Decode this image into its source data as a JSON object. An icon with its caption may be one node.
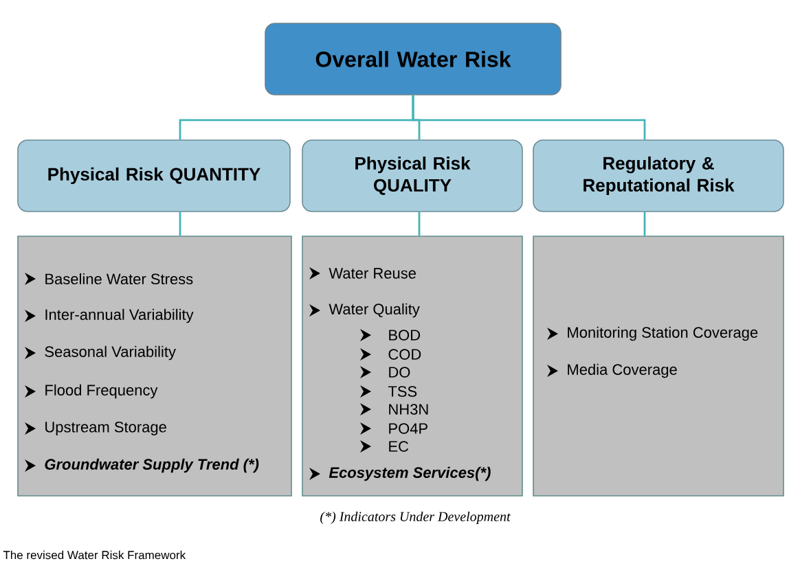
{
  "diagram": {
    "caption": "The revised Water Risk Framework",
    "nodes": [
      {
        "text": [
          "Overall Water Risk"
        ]
      },
      {
        "text": [
          "Physical Risk QUANTITY"
        ]
      },
      {
        "text": [
          "Physical Risk QUALITY"
        ]
      },
      {
        "text": [
          "Regulatory & Reputational Risk"
        ]
      },
      {
        "text": [
          "Baseline Water Stress",
          "Inter-annual Variability",
          "Seasonal Variability",
          "Flood Frequency",
          "Upstream Storage",
          "Groundwater Supply Trend (*)"
        ]
      },
      {
        "text": [
          "Water Reuse",
          "Water Quality",
          "BOD",
          "COD",
          "DO",
          "TSS",
          "NH3N",
          "PO4P",
          "EC",
          "Ecosystem Services(*)"
        ]
      },
      {
        "text": [
          "Monitoring Station Coverage",
          "Media Coverage"
        ]
      }
    ],
    "edges": [
      {
        "from": 0,
        "to": 1,
        "arrow": "none"
      },
      {
        "from": 0,
        "to": 2,
        "arrow": "none"
      },
      {
        "from": 0,
        "to": 3,
        "arrow": "none"
      },
      {
        "from": 1,
        "to": 4,
        "arrow": "none"
      },
      {
        "from": 2,
        "to": 5,
        "arrow": "none"
      },
      {
        "from": 3,
        "to": 6,
        "arrow": "none"
      }
    ],
    "labels": [
      "(*) Indicators Under Development"
    ]
  }
}
